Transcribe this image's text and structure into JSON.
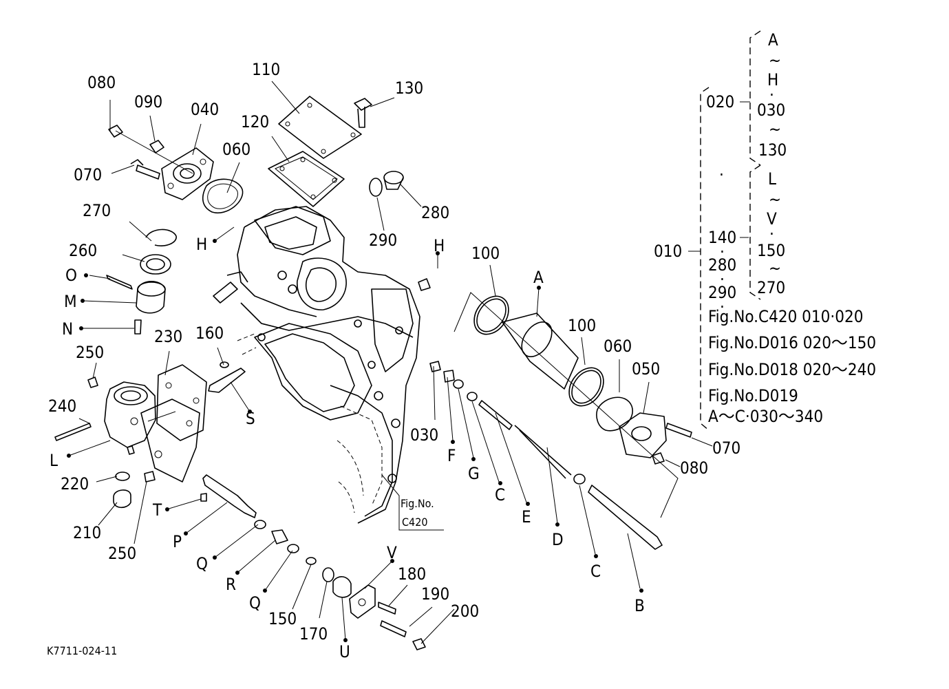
{
  "drawing_id": "K7711-024-11",
  "ref_figure": {
    "line1": "Fig.No.",
    "line2": "C420"
  },
  "labels": {
    "p080a": "080",
    "p090": "090",
    "p040": "040",
    "p070a": "070",
    "p060a": "060",
    "p110": "110",
    "p120": "120",
    "p130": "130",
    "p280": "280",
    "p290": "290",
    "p270": "270",
    "p260": "260",
    "pO": "O",
    "pM": "M",
    "pN": "N",
    "pHa": "H",
    "pHb": "H",
    "p100a": "100",
    "pA": "A",
    "p100b": "100",
    "p060b": "060",
    "p050": "050",
    "p070b": "070",
    "p080b": "080",
    "p250a": "250",
    "p230": "230",
    "p160": "160",
    "pS": "S",
    "p240": "240",
    "pL": "L",
    "p220": "220",
    "p210": "210",
    "p250b": "250",
    "pT": "T",
    "pP": "P",
    "pQa": "Q",
    "pR": "R",
    "pQb": "Q",
    "p150": "150",
    "p170": "170",
    "pU": "U",
    "pV": "V",
    "p180": "180",
    "p190": "190",
    "p200": "200",
    "p030": "030",
    "pF": "F",
    "pG": "G",
    "pCa": "C",
    "pE": "E",
    "pD": "D",
    "pCb": "C",
    "pB": "B"
  },
  "bracket": {
    "p010": "010",
    "p020": "020",
    "top_group": [
      "A",
      "~",
      "H",
      "·",
      "030",
      "~",
      "130"
    ],
    "sep_dot": "·",
    "bottom_group": [
      "L",
      "~",
      "V",
      "·",
      "150",
      "~",
      "270"
    ],
    "p140": "140",
    "dot_140": "·",
    "p280": "280",
    "dot_280": "·",
    "p290": "290",
    "dot_290": "·"
  },
  "notes": [
    "Fig.No.C420  010·020",
    "Fig.No.D016  020～150",
    "Fig.No.D018  020～240",
    "Fig.No.D019",
    "A～C·030～340"
  ]
}
